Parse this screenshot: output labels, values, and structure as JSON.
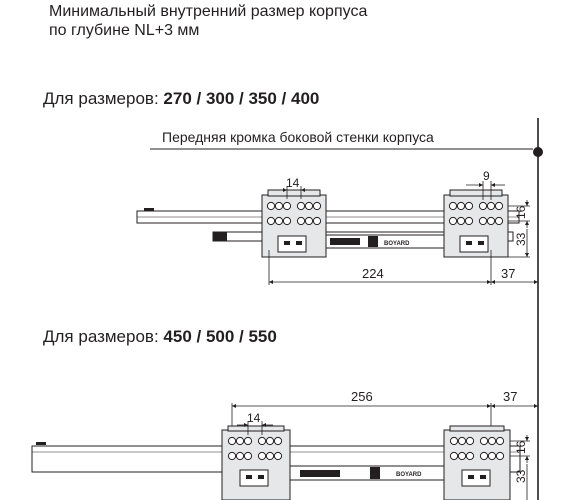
{
  "intro": {
    "line1": "Минимальный внутренний размер корпуса",
    "line2": "по глубине NL+3 мм"
  },
  "sections": [
    {
      "prefix": "Для размеров: ",
      "sizes": "270 / 300 / 350 / 400",
      "dims": {
        "hole_spacing": "14",
        "hole_spacing_right": "9",
        "span": "224",
        "offset": "37",
        "height_top": "16",
        "height_bottom": "33"
      }
    },
    {
      "prefix": "Для размеров: ",
      "sizes": "450 / 500 / 550",
      "dims": {
        "hole_spacing": "14",
        "span": "256",
        "offset": "37",
        "height_top": "16",
        "height_bottom": "33"
      }
    }
  ],
  "front_edge_label": "Передняя кромка боковой стенки корпуса",
  "brand_mark": "BOYARD",
  "colors": {
    "ink": "#231f20",
    "block_fill": "#e6e7e8",
    "hole_fill": "#ffffff"
  }
}
